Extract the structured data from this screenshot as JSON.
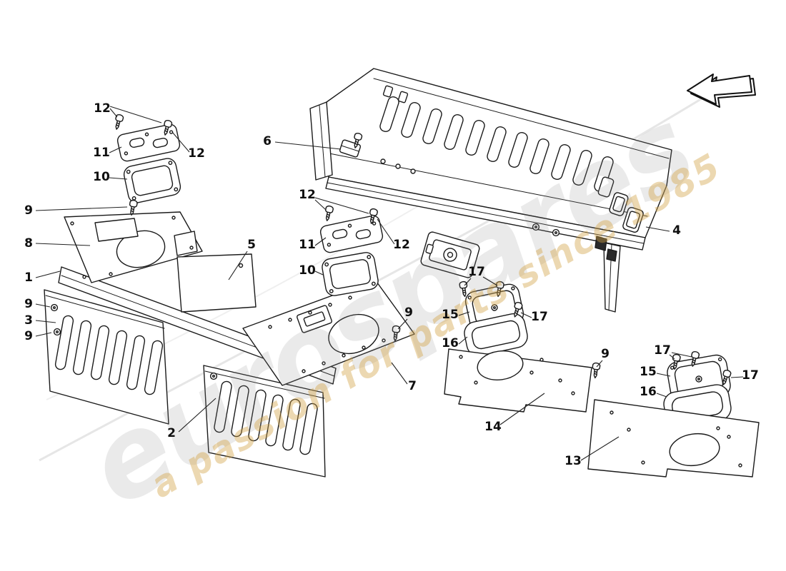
{
  "watermark": {
    "brand": "eurospares",
    "tagline": "a passion for parts since 1985"
  },
  "nav": {
    "back_arrow_icon": "back-arrow-icon"
  },
  "callouts": [
    {
      "label": "12"
    },
    {
      "label": "11"
    },
    {
      "label": "12"
    },
    {
      "label": "10"
    },
    {
      "label": "9"
    },
    {
      "label": "8"
    },
    {
      "label": "1"
    },
    {
      "label": "5"
    },
    {
      "label": "9"
    },
    {
      "label": "3"
    },
    {
      "label": "9"
    },
    {
      "label": "2"
    },
    {
      "label": "6"
    },
    {
      "label": "12"
    },
    {
      "label": "11"
    },
    {
      "label": "10"
    },
    {
      "label": "12"
    },
    {
      "label": "9"
    },
    {
      "label": "7"
    },
    {
      "label": "4"
    },
    {
      "label": "17"
    },
    {
      "label": "15"
    },
    {
      "label": "17"
    },
    {
      "label": "16"
    },
    {
      "label": "9"
    },
    {
      "label": "14"
    },
    {
      "label": "17"
    },
    {
      "label": "15"
    },
    {
      "label": "17"
    },
    {
      "label": "16"
    },
    {
      "label": "13"
    }
  ]
}
